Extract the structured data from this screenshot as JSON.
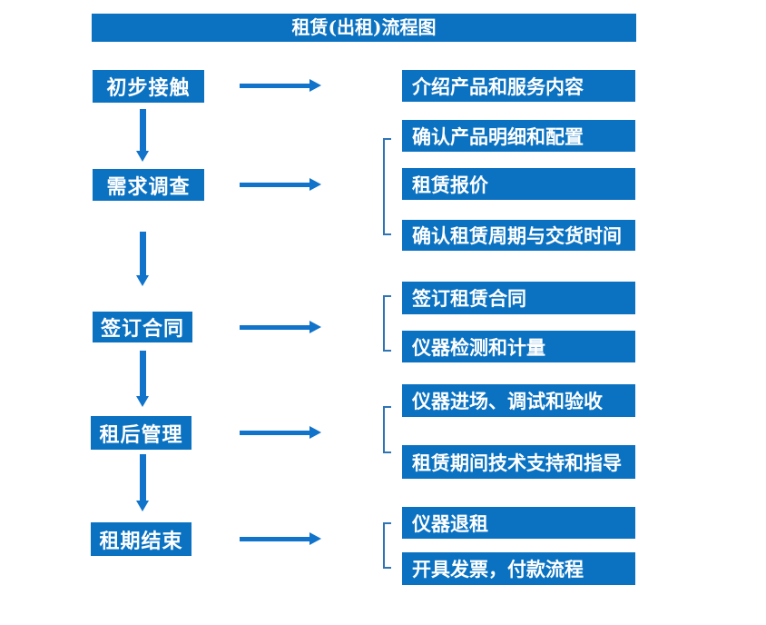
{
  "title": "租赁(出租)流程图",
  "colors": {
    "box_blue": "#0b72c2",
    "arrow_blue": "#1173ca",
    "bracket_blue": "#2e75b6",
    "text_white": "#ffffff",
    "background": "#ffffff"
  },
  "flow": {
    "steps": [
      {
        "label": "初步接触",
        "details": [
          "介绍产品和服务内容"
        ]
      },
      {
        "label": "需求调查",
        "details": [
          "确认产品明细和配置",
          "租赁报价",
          "确认租赁周期与交货时间"
        ]
      },
      {
        "label": "签订合同",
        "details": [
          "签订租赁合同",
          "仪器检测和计量"
        ]
      },
      {
        "label": "租后管理",
        "details": [
          "仪器进场、调试和验收",
          "租赁期间技术支持和指导"
        ]
      },
      {
        "label": "租期结束",
        "details": [
          "仪器退租",
          "开具发票，付款流程"
        ]
      }
    ]
  }
}
